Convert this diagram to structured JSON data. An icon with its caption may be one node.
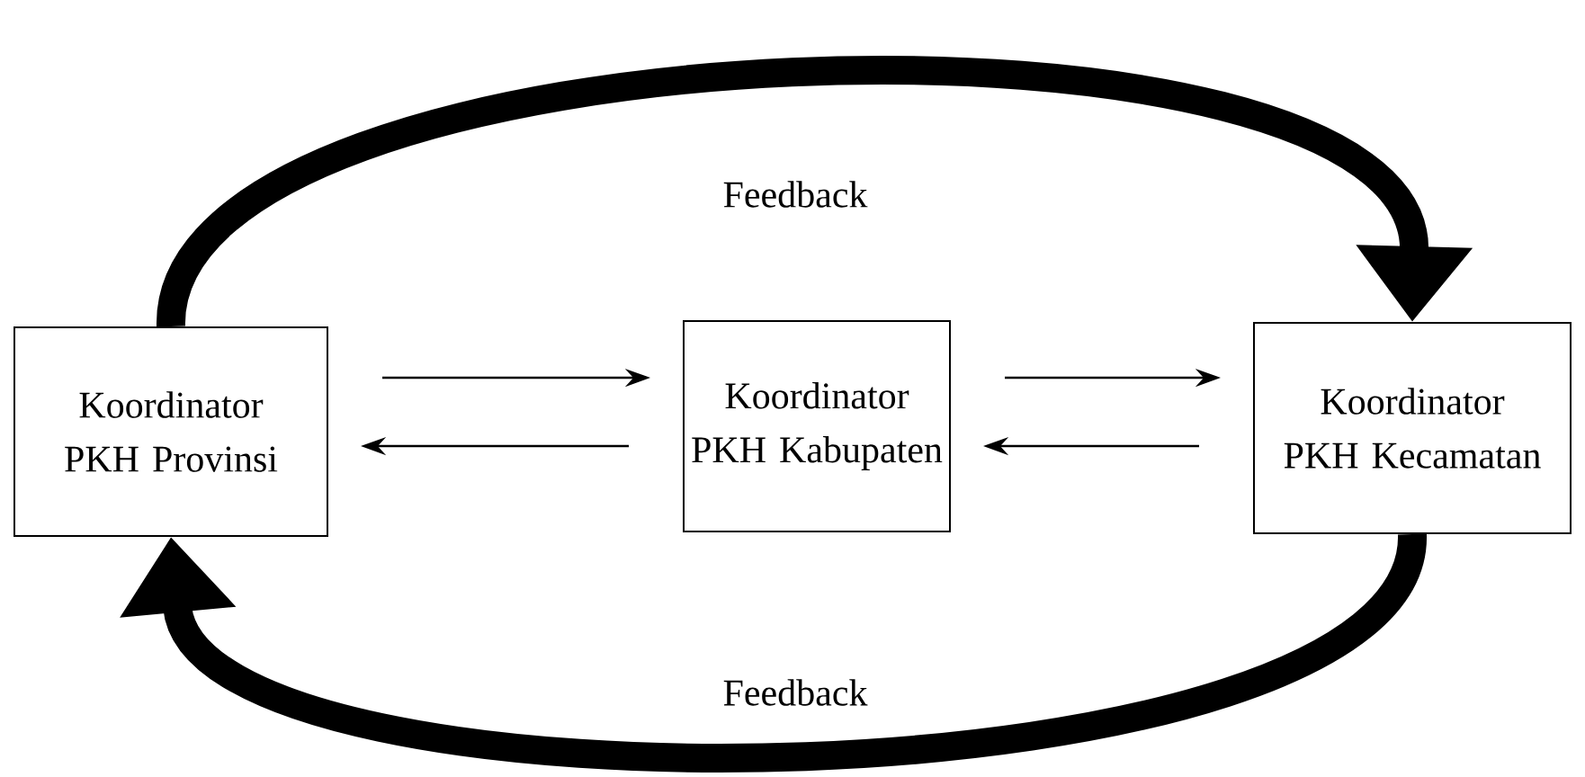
{
  "diagram": {
    "nodes": [
      {
        "text": [
          "Koordinator PKH Provinsi"
        ]
      },
      {
        "text": [
          "Koordinator PKH Kabupaten"
        ]
      },
      {
        "text": [
          "Koordinator PKH Kecamatan"
        ]
      }
    ],
    "edges": [
      {
        "from": 0,
        "to": 1,
        "arrow": "to"
      },
      {
        "from": 1,
        "to": 0,
        "arrow": "to"
      },
      {
        "from": 1,
        "to": 2,
        "arrow": "to"
      },
      {
        "from": 2,
        "to": 1,
        "arrow": "to"
      },
      {
        "from": 0,
        "to": 2,
        "arrow": "to",
        "style": "thick",
        "label": "Feedback"
      },
      {
        "from": 2,
        "to": 0,
        "arrow": "to",
        "style": "thick",
        "label": "Feedback"
      }
    ]
  }
}
